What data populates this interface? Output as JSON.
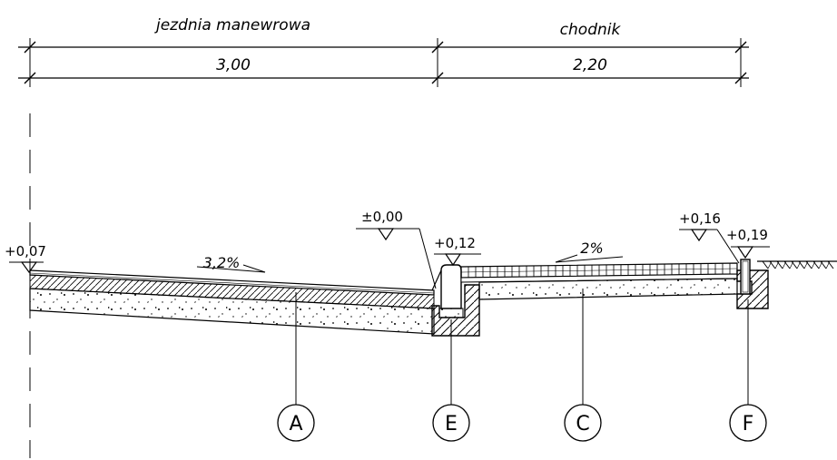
{
  "dimensions": [
    {
      "label": "jezdnia manewrowa",
      "value": "3,00"
    },
    {
      "label": "chodnik",
      "value": "2,20"
    }
  ],
  "slopes": {
    "road": "3,2%",
    "sidewalk": "2%"
  },
  "elevations": [
    "+0,07",
    "±0,00",
    "+0,12",
    "+0,16",
    "+0,19"
  ],
  "callouts": [
    "A",
    "E",
    "C",
    "F"
  ]
}
